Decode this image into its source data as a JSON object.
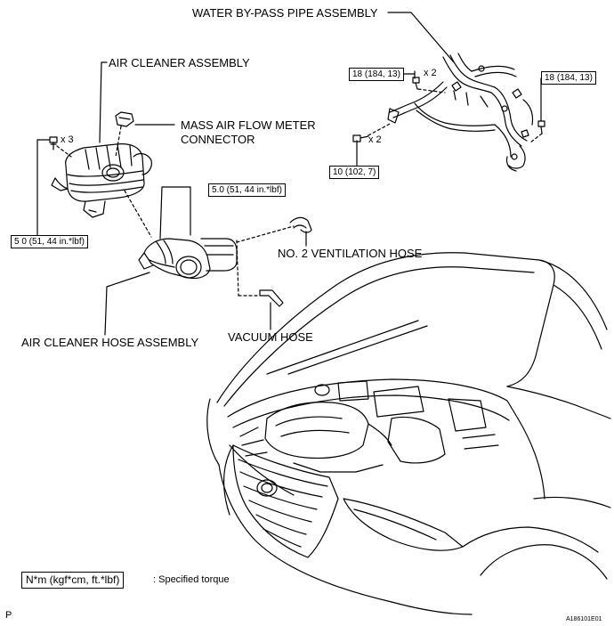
{
  "labels": {
    "water_bypass": "WATER BY-PASS PIPE ASSEMBLY",
    "air_cleaner": "AIR CLEANER ASSEMBLY",
    "maf_line1": "MASS AIR FLOW METER",
    "maf_line2": "CONNECTOR",
    "ventilation_hose": "NO. 2 VENTILATION HOSE",
    "air_cleaner_hose": "AIR CLEANER HOSE ASSEMBLY",
    "vacuum_hose": "VACUUM HOSE"
  },
  "torques": {
    "wb_left": "18 (184, 13)",
    "wb_right": "18 (184, 13)",
    "wb_lower": "10 (102, 7)",
    "hose_clamp": "5.0 (51, 44 in.*lbf)",
    "cleaner_bolt": "5 0 (51, 44 in.*lbf)"
  },
  "quantities": {
    "cleaner_bolts": "x 3",
    "wb_left_bolts": "x 2",
    "wb_lower_bolts": "x 2"
  },
  "legend": {
    "box": "N*m (kgf*cm, ft.*lbf)",
    "text": ": Specified torque"
  },
  "footer": {
    "left": "P",
    "code": "A186101E01"
  }
}
